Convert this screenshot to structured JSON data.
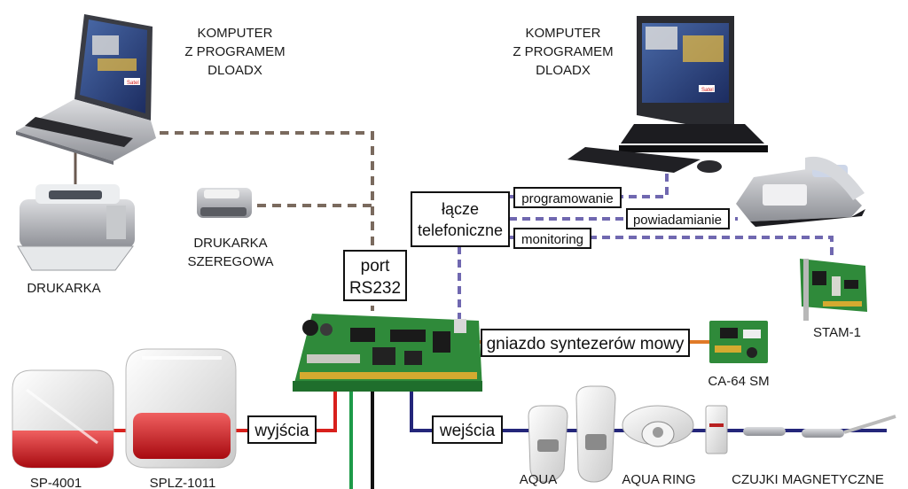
{
  "devices": {
    "laptop_caption": [
      "KOMPUTER",
      "Z PROGRAMEM",
      "DLOADX"
    ],
    "desktop_caption": [
      "KOMPUTER",
      "Z PROGRAMEM",
      "DLOADX"
    ],
    "printer": "DRUKARKA",
    "serial_printer": [
      "DRUKARKA",
      "SZEREGOWA"
    ],
    "stam": "STAM-1",
    "ca64sm": "CA-64 SM",
    "sp4001": "SP-4001",
    "splz1011": "SPLZ-1011",
    "aqua": "AQUA",
    "aqua_ring": "AQUA RING",
    "magnetic": "CZUJKI MAGNETYCZNE",
    "screen_brand": "Satel"
  },
  "boxes": {
    "port": [
      "port",
      "RS232"
    ],
    "phone_line": [
      "łącze",
      "telefoniczne"
    ],
    "programming": "programowanie",
    "notification": "powiadamianie",
    "monitoring": "monitoring",
    "speech": "gniazdo syntezerów mowy",
    "outputs": "wyjścia",
    "inputs": "wejścia"
  },
  "colors": {
    "rs232_line": "#7a6a5e",
    "phone_line": "#7068b0",
    "speech_line": "#e07a28",
    "outputs_line": "#d8201c",
    "inputs_line": "#24267a",
    "green_wire": "#1d9a48",
    "black_wire": "#111111",
    "board": "#2f8a3a"
  }
}
